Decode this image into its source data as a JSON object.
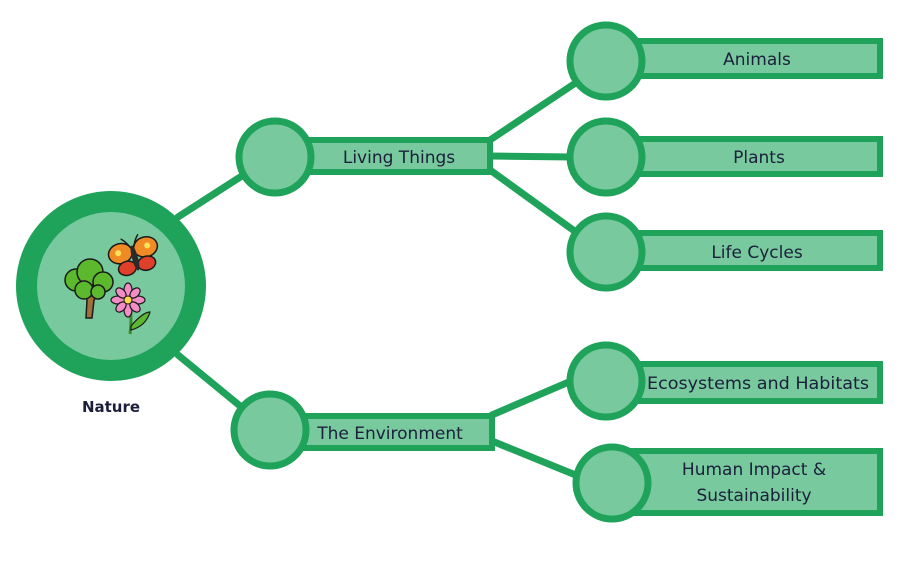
{
  "root": {
    "label": "Nature",
    "icons": [
      "tree-icon",
      "butterfly-icon",
      "flower-icon"
    ]
  },
  "branches": [
    {
      "label": "Living Things",
      "children": [
        {
          "label": "Animals"
        },
        {
          "label": "Plants"
        },
        {
          "label": "Life Cycles"
        }
      ]
    },
    {
      "label": "The Environment",
      "children": [
        {
          "label": "Ecosystems and Habitats"
        },
        {
          "label_line1": "Human Impact &",
          "label_line2": "Sustainability"
        }
      ]
    }
  ],
  "colors": {
    "stroke": "#1fa35a",
    "fill": "#78c99e",
    "root_outer": "#1fa35a",
    "text": "#1b1f3a"
  }
}
